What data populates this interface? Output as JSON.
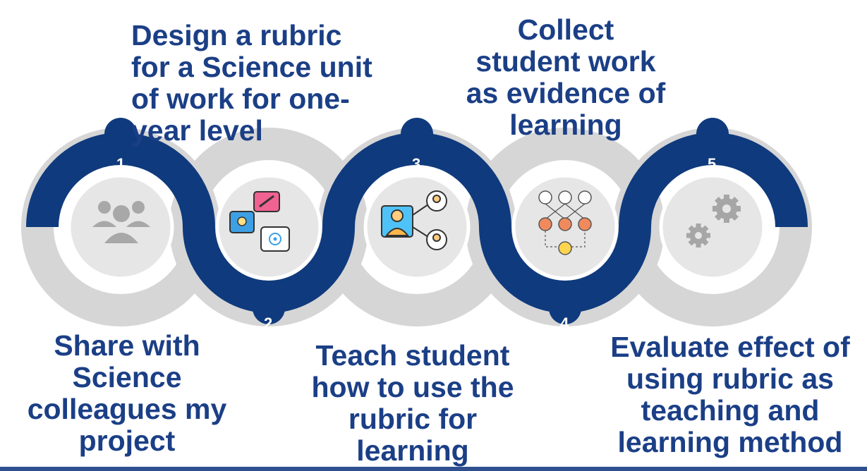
{
  "steps": [
    {
      "number": "1",
      "label": "Share with\nScience\ncolleagues my\nproject",
      "icon": "group-icon"
    },
    {
      "number": "2",
      "label": "Design a rubric\nfor a Science unit\nof work for one-\nyear level",
      "icon": "ideas-icon"
    },
    {
      "number": "3",
      "label": "Teach student\nhow to use the\nrubric for\nlearning",
      "icon": "teacher-students-icon"
    },
    {
      "number": "4",
      "label": "Collect\nstudent work\nas evidence of\nlearning",
      "icon": "workflow-icon"
    },
    {
      "number": "5",
      "label": "Evaluate effect of\nusing rubric as\nteaching and\nlearning method",
      "icon": "gears-icon"
    }
  ],
  "colors": {
    "navy": "#0f3a7d",
    "grey": "#d9d9d9",
    "text": "#1b3f86"
  }
}
